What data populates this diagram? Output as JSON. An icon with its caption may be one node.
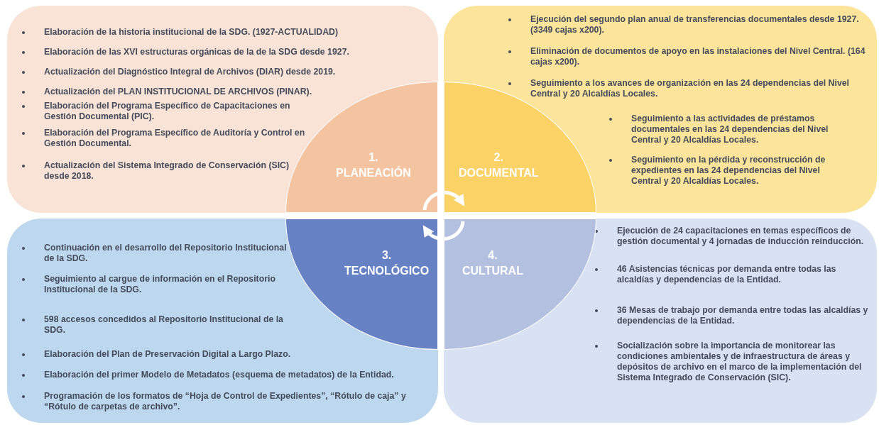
{
  "diagram": {
    "nodes": [
      {
        "text": [
          "Elaboración de la historia institucional de la SDG. (1927-ACTUALIDAD)",
          "Elaboración de las XVI estructuras orgánicas de la de la SDG desde 1927.",
          "Actualización del Diagnóstico Integral de Archivos (DIAR) desde 2019.",
          "Actualización del PLAN INSTITUCIONAL DE ARCHIVOS (PINAR).",
          "Elaboración del Programa Específico de Capacitaciones en Gestión Documental (PIC).",
          "Elaboración del Programa Específico de Auditoría y Control en Gestión Documental.",
          "Actualización del Sistema Integrado de Conservación (SIC) desde 2018."
        ]
      },
      {
        "text": [
          "1. PLANEACIÓN"
        ],
        "in": 0
      },
      {
        "text": [
          "Ejecución del segundo plan anual de transferencias documentales desde 1927. (3349 cajas x200).",
          "Eliminación de documentos de apoyo en las instalaciones del Nivel Central. (164 cajas x200).",
          "Seguimiento a los avances de organización en las 24 dependencias del Nivel Central y 20 Alcaldías Locales.",
          "Seguimiento a las actividades de préstamos documentales en las 24 dependencias del Nivel Central y 20 Alcaldías Locales.",
          "Seguimiento en la pérdida y reconstrucción de expedientes en las 24 dependencias del Nivel Central y 20 Alcaldías Locales."
        ]
      },
      {
        "text": [
          "2. DOCUMENTAL"
        ],
        "in": 2
      },
      {
        "text": [
          "Continuación en el desarrollo del Repositorio Institucional de la SDG.",
          "Seguimiento al cargue de información en el Repositorio Institucional de la SDG.",
          "598 accesos concedidos al Repositorio Institucional de la SDG.",
          "Elaboración del Plan de Preservación Digital a Largo Plazo.",
          "Elaboración del primer Modelo de Metadatos (esquema de metadatos) de la Entidad.",
          "Programación de los formatos de “Hoja de Control de Expedientes”, “Rótulo de caja” y “Rótulo de carpetas de archivo”."
        ]
      },
      {
        "text": [
          "3. TECNOLÓGICO"
        ],
        "in": 4
      },
      {
        "text": [
          "Ejecución de 24 capacitaciones en temas específicos de gestión documental y 4 jornadas de inducción reinducción.",
          "46 Asistencias técnicas por demanda entre todas las alcaldías y dependencias de la Entidad.",
          "36 Mesas de trabajo por demanda entre todas las alcaldías y dependencias de la Entidad.",
          "Socialización sobre la importancia de monitorear las condiciones ambientales y de infraestructura de áreas y depósitos de archivo en el marco de la implementación del Sistema Integrado de Conservación (SIC)."
        ]
      },
      {
        "text": [
          "4. CULTURAL"
        ],
        "in": 6
      }
    ],
    "edges": [
      {
        "from": 1,
        "to": 3,
        "arrow": "to"
      },
      {
        "from": 7,
        "to": 5,
        "arrow": "to"
      }
    ]
  }
}
